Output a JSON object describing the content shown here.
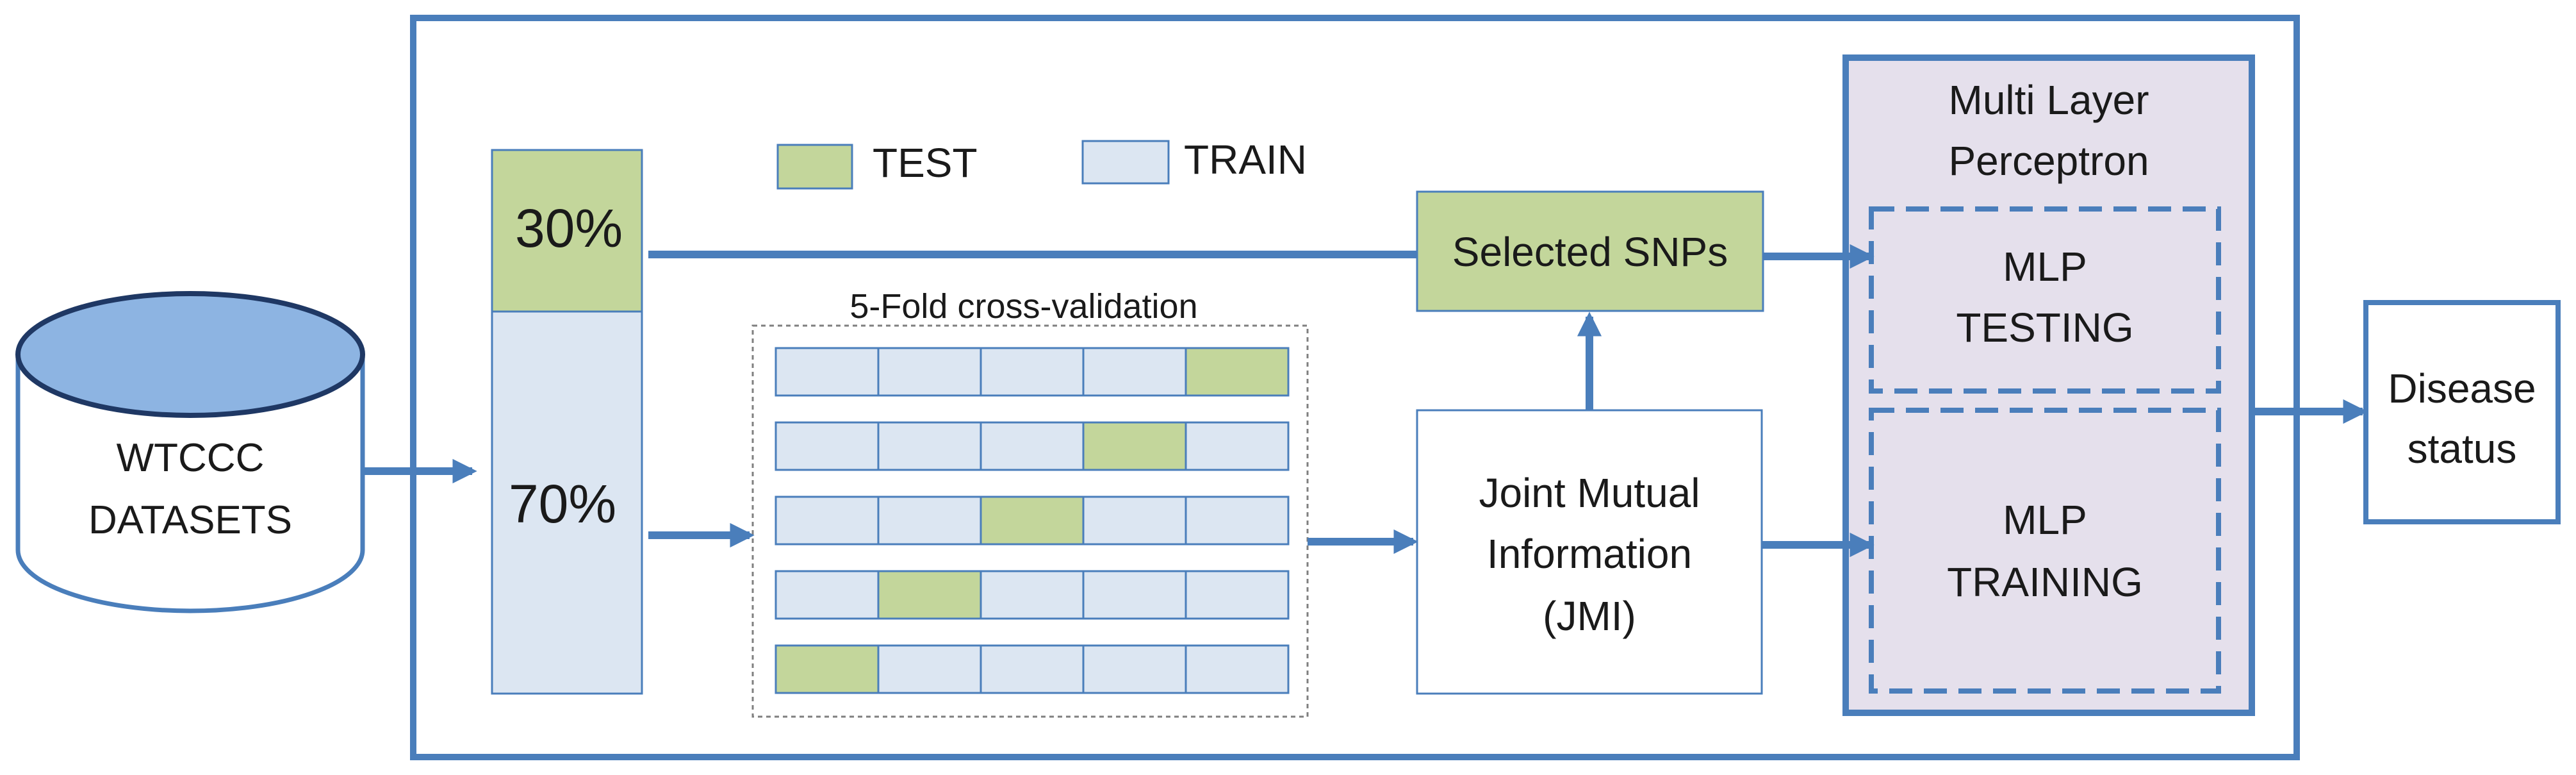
{
  "colors": {
    "accent_blue": "#4a7ebb",
    "train_fill": "#dce6f2",
    "test_fill": "#c3d69b",
    "cylinder_top": "#8db4e2",
    "mlp_panel": "#e5e0ec",
    "cv_border": "#7f7f7f"
  },
  "datasets": {
    "label_line1": "WTCCC",
    "label_line2": "DATASETS"
  },
  "split": {
    "test_percent": "30%",
    "train_percent": "70%"
  },
  "legend": {
    "test_label": "TEST",
    "train_label": "TRAIN"
  },
  "cross_validation": {
    "title": "5-Fold cross-validation",
    "folds": 5,
    "test_fold_index_per_row": [
      4,
      3,
      2,
      1,
      0
    ]
  },
  "jmi": {
    "line1": "Joint Mutual",
    "line2": "Information",
    "line3": "(JMI)"
  },
  "selected": {
    "label": "Selected SNPs"
  },
  "mlp": {
    "title_line1": "Multi Layer",
    "title_line2": "Perceptron",
    "testing_line1": "MLP",
    "testing_line2": "TESTING",
    "training_line1": "MLP",
    "training_line2": "TRAINING"
  },
  "output": {
    "line1": "Disease",
    "line2": "status"
  }
}
